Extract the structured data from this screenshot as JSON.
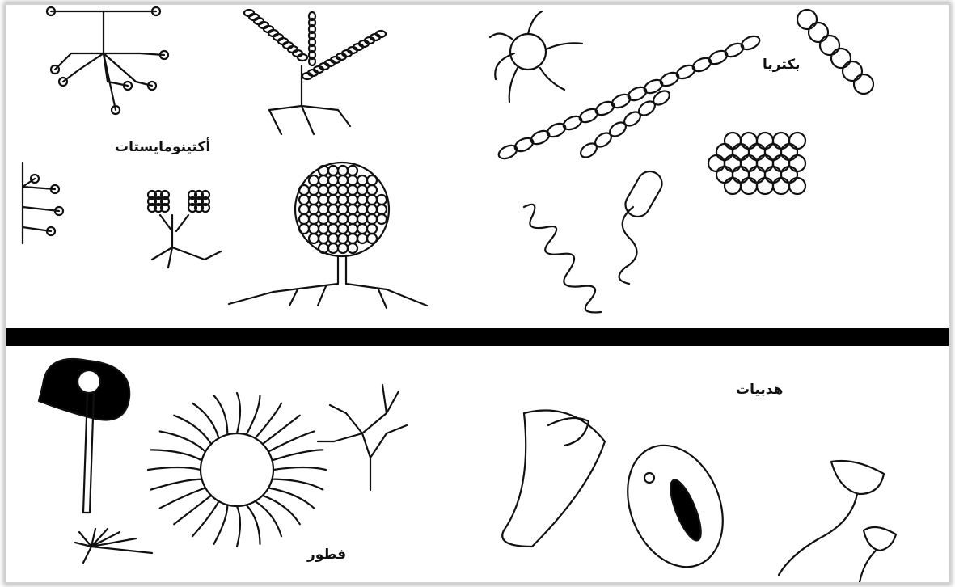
{
  "labels": {
    "actinomycetes": "أكتينومايستات",
    "bacteria": "بكتريا",
    "ciliates": "هدبيات",
    "fungi": "فطور"
  },
  "colors": {
    "ink": "#111111",
    "background": "#ffffff",
    "divider": "#000000"
  }
}
